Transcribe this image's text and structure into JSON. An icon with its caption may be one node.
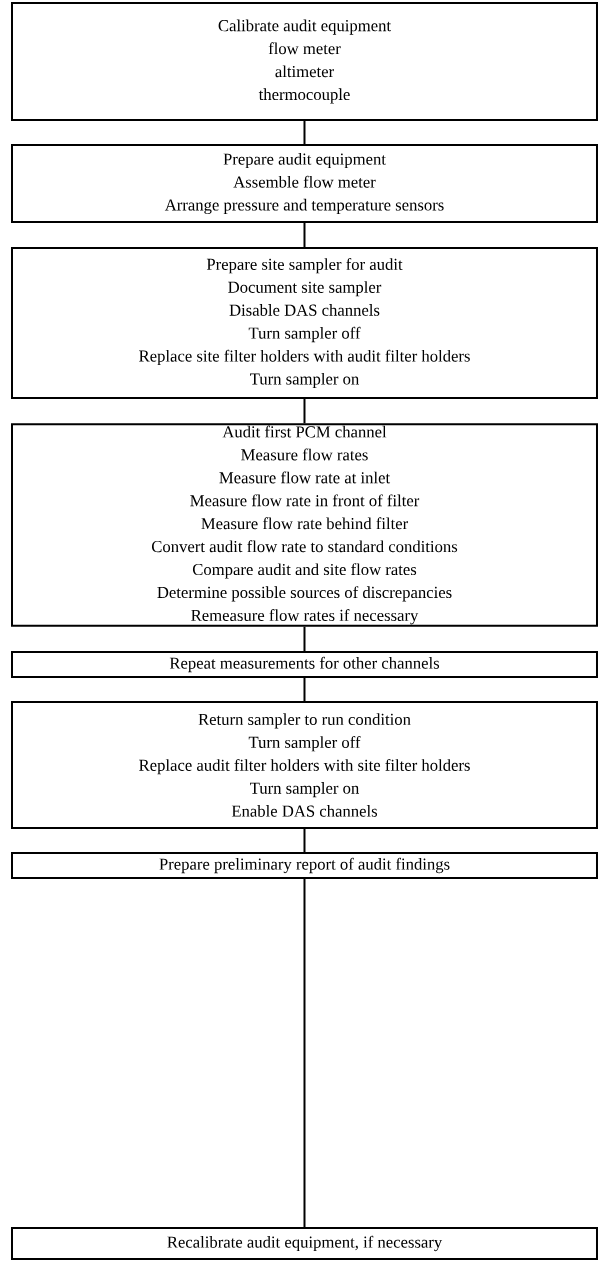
{
  "diagram": {
    "nodes": [
      {
        "text": [
          "Calibrate audit equipment",
          "flow meter",
          "altimeter",
          "thermocouple"
        ]
      },
      {
        "text": [
          "Prepare audit equipment",
          "Assemble flow meter",
          "Arrange pressure and temperature sensors"
        ]
      },
      {
        "text": [
          "Prepare site sampler for audit",
          "Document site sampler",
          "Disable DAS channels",
          "Turn sampler off",
          "Replace site filter holders with audit filter holders",
          "Turn sampler on"
        ]
      },
      {
        "text": [
          "Audit first PCM channel",
          "Measure flow rates",
          "Measure flow rate at inlet",
          "Measure flow rate in front of filter",
          "Measure flow rate behind filter",
          "Convert audit flow rate to standard conditions",
          "Compare audit and site flow rates",
          "Determine possible sources of discrepancies",
          "Remeasure flow rates if necessary"
        ]
      },
      {
        "text": [
          "Repeat measurements for other channels"
        ]
      },
      {
        "text": [
          "Return sampler to run condition",
          "Turn sampler off",
          "Replace audit filter holders with site filter holders",
          "Turn sampler on",
          "Enable DAS channels"
        ]
      },
      {
        "text": [
          "Prepare preliminary report of audit findings"
        ]
      },
      {
        "text": [
          "Recalibrate audit equipment, if necessary"
        ]
      }
    ],
    "edges": [
      {
        "from": 0,
        "to": 1,
        "arrow": "none"
      },
      {
        "from": 1,
        "to": 2,
        "arrow": "none"
      },
      {
        "from": 2,
        "to": 3,
        "arrow": "none"
      },
      {
        "from": 3,
        "to": 4,
        "arrow": "none"
      },
      {
        "from": 4,
        "to": 5,
        "arrow": "none"
      },
      {
        "from": 5,
        "to": 6,
        "arrow": "none"
      },
      {
        "from": 6,
        "to": 7,
        "arrow": "none"
      }
    ]
  }
}
